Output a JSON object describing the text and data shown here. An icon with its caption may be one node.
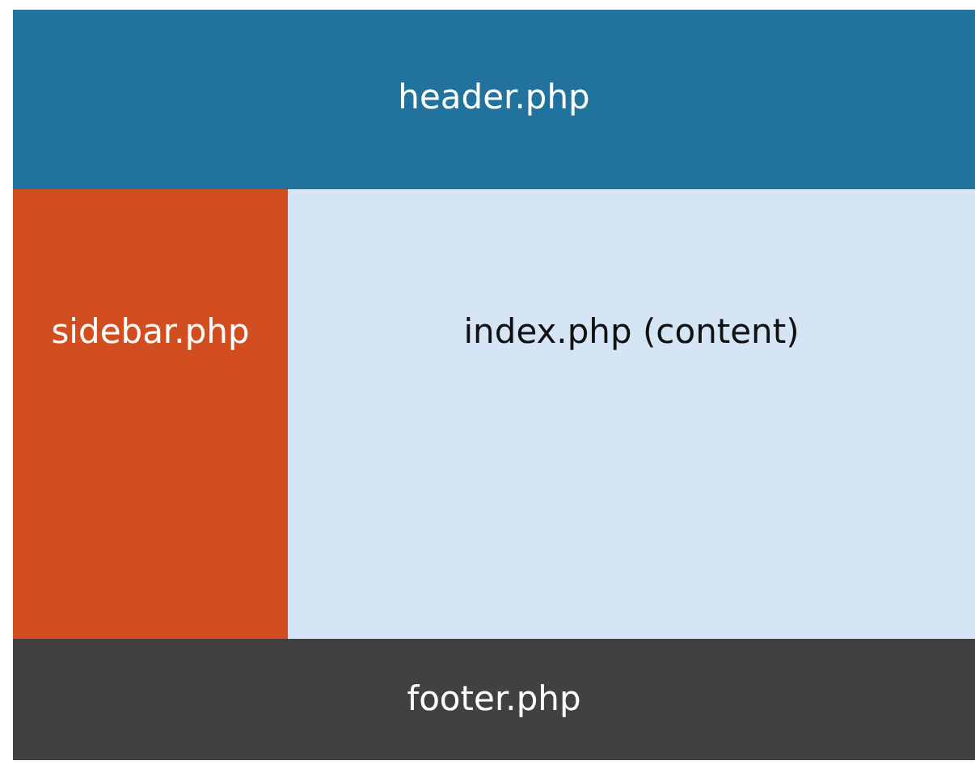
{
  "diagram": {
    "nodes": [
      {
        "text": [
          "header.php"
        ]
      },
      {
        "text": [
          "sidebar.php"
        ]
      },
      {
        "text": [
          "index.php (content)"
        ]
      },
      {
        "text": [
          "footer.php"
        ]
      }
    ]
  }
}
